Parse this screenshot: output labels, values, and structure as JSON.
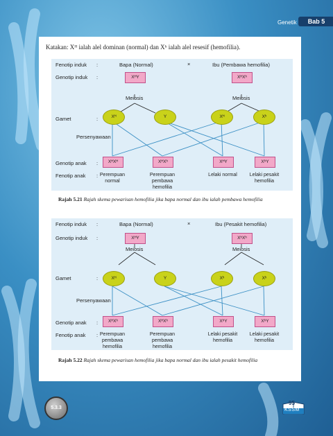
{
  "header": {
    "topic": "Genetik",
    "chapter": "Bab 5"
  },
  "intro": "Katakan:  Xᴴ ialah alel dominan (normal) dan Xʰ ialah alel resesif (hemofilia).",
  "diagram1": {
    "row_fenotip_induk": "Fenotip induk",
    "row_genotip_induk": "Genotip induk",
    "row_gamet": "Gamet",
    "row_persenyawaan": "Persenyawaan",
    "row_genotip_anak": "Genotip anak",
    "row_fenotip_anak": "Fenotip anak",
    "colon": ":",
    "cross": "×",
    "father_label": "Bapa (Normal)",
    "mother_label": "Ibu (Pembawa hemofilia)",
    "father_genotype": "XᴴY",
    "mother_genotype": "XᴴXʰ",
    "meiosis": "Meiosis",
    "gametes": [
      "Xᴴ",
      "Y",
      "Xᴴ",
      "Xʰ"
    ],
    "child_genotypes": [
      "XᴴXᴴ",
      "XᴴXʰ",
      "XᴴY",
      "XʰY"
    ],
    "child_phenotypes": [
      "Perempuan normal",
      "Perempuan pembawa hemofilia",
      "Lelaki normal",
      "Lelaki pesakit hemofilia"
    ]
  },
  "caption1": {
    "ref": "Rajah 5.21",
    "text": "Rajah skema pewarisan hemofilia jika bapa normal dan ibu ialah pembawa hemofilia"
  },
  "diagram2": {
    "row_fenotip_induk": "Fenotip induk",
    "row_genotip_induk": "Genotip induk",
    "row_gamet": "Gamet",
    "row_persenyawaan": "Persenyawaan",
    "row_genotip_anak": "Genotip anak",
    "row_fenotip_anak": "Fenotip anak",
    "colon": ":",
    "cross": "×",
    "father_label": "Bapa (Normal)",
    "mother_label": "Ibu (Pesakit hemofilia)",
    "father_genotype": "XᴴY",
    "mother_genotype": "XʰXʰ",
    "meiosis": "Meiosis",
    "gametes": [
      "Xᴴ",
      "Y",
      "Xʰ",
      "Xʰ"
    ],
    "child_genotypes": [
      "XᴴXʰ",
      "XᴴXʰ",
      "XʰY",
      "XʰY"
    ],
    "child_phenotypes": [
      "Perempuan pembawa hemofilia",
      "Perempuan pembawa hemofilia",
      "Lelaki pesakit hemofilia",
      "Lelaki pesakit hemofilia"
    ]
  },
  "caption2": {
    "ref": "Rajah 5.22",
    "text": "Rajah skema pewarisan hemofilia jika bapa normal dan ibu ialah pesakit hemofilia"
  },
  "footer": {
    "badge": "5.3.3",
    "page_number": "95",
    "series": "KSSM"
  },
  "colors": {
    "box_fill": "#f2a8c8",
    "gamete_fill": "#c9d21a",
    "diagram_bg": "#dfeef8",
    "line": "#3a8fc4"
  }
}
